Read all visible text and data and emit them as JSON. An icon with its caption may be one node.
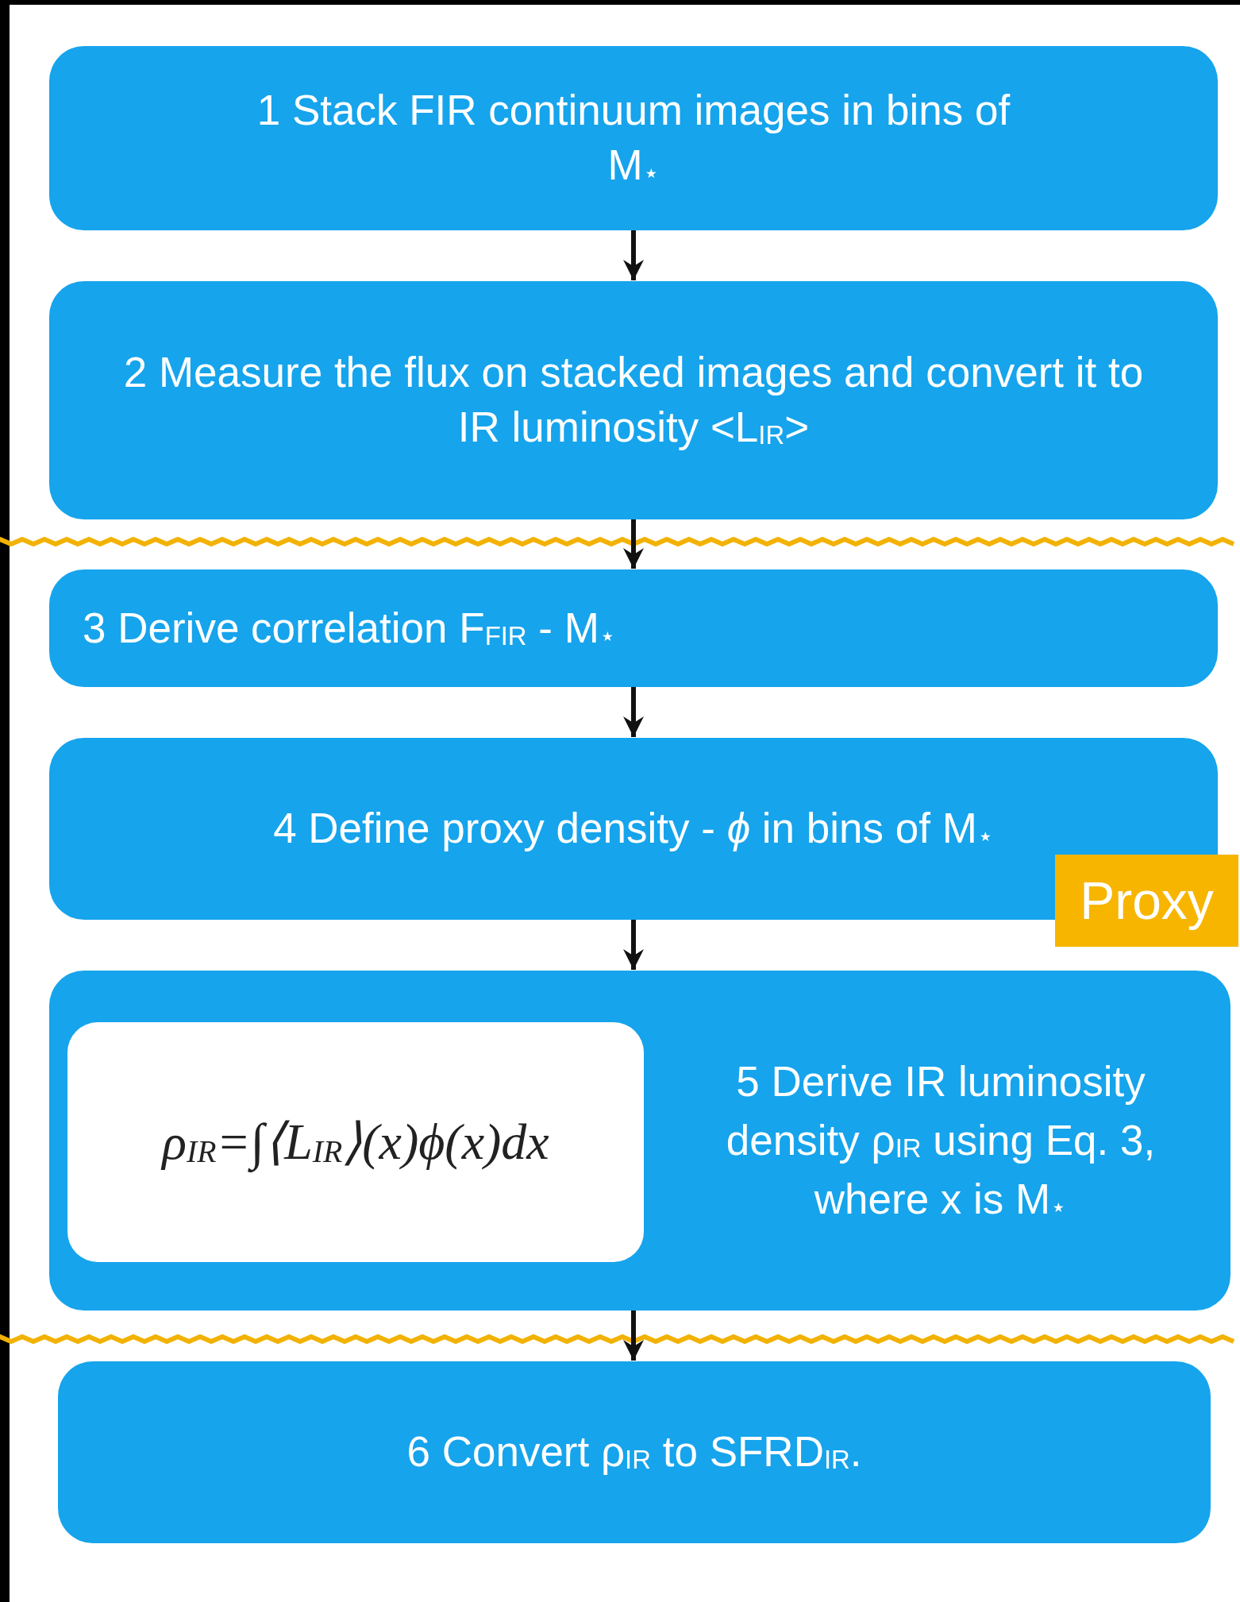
{
  "diagram": {
    "nodes": [
      {
        "text": [
          "1 Stack FIR continuum images in bins of M$_{⋆}$"
        ]
      },
      {
        "text": [
          "2 Measure the flux on stacked images and convert it to IR luminosity <L$_{IR}$>"
        ]
      },
      {
        "text": [
          "3 Derive correlation F$_{FIR}$ - M$_{⋆}$"
        ]
      },
      {
        "text": [
          "4 Define proxy density - *ϕ* in bins of M$_{⋆}$"
        ]
      },
      {
        "text": [
          "5 Derive IR luminosity density ρ$_{IR}$ using Eq. 3, where x is M$_{⋆}$"
        ]
      },
      {
        "text": [
          "ρ$_{IR}$=∫⟨L$_{IR}$⟩(x)ϕ(x)dx"
        ],
        "in": 4
      },
      {
        "text": [
          "6 Convert ρ$_{IR}$ to SFRD$_{IR}$."
        ]
      }
    ],
    "edges": [
      {
        "from": 0,
        "to": 1,
        "arrow": "to"
      },
      {
        "from": 1,
        "to": 2,
        "arrow": "to"
      },
      {
        "from": 2,
        "to": 3,
        "arrow": "to"
      },
      {
        "from": 3,
        "to": 4,
        "arrow": "to"
      },
      {
        "from": 4,
        "to": 6,
        "arrow": "to"
      }
    ],
    "labels": [
      "Proxy"
    ]
  }
}
